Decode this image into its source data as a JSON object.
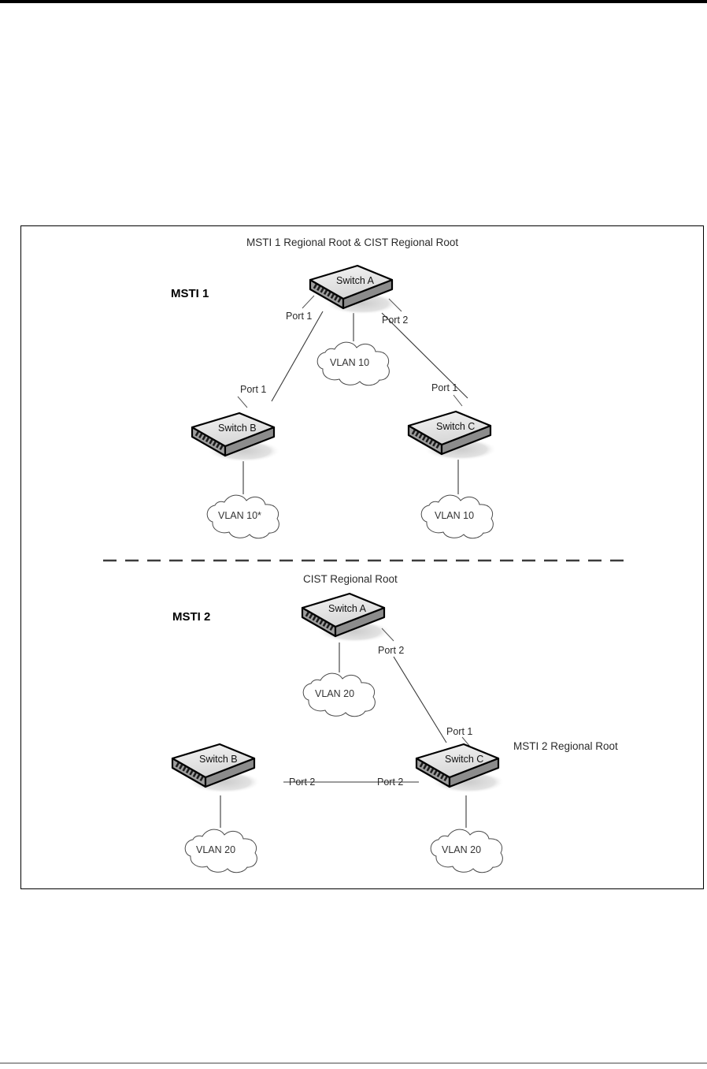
{
  "figure": {
    "sections": [
      {
        "id": "msti1",
        "title": "MSTI 1",
        "heading": "MSTI 1 Regional Root & CIST Regional Root",
        "switches": [
          {
            "id": "a",
            "label": "Switch A"
          },
          {
            "id": "b",
            "label": "Switch B"
          },
          {
            "id": "c",
            "label": "Switch C"
          }
        ],
        "ports": [
          {
            "id": "a-p1",
            "label": "Port 1"
          },
          {
            "id": "a-p2",
            "label": "Port 2"
          },
          {
            "id": "b-p1",
            "label": "Port 1"
          },
          {
            "id": "c-p1",
            "label": "Port 1"
          }
        ],
        "clouds": [
          {
            "id": "vlan-a",
            "label": "VLAN 10"
          },
          {
            "id": "vlan-b",
            "label": "VLAN 10*"
          },
          {
            "id": "vlan-c",
            "label": "VLAN 10"
          }
        ]
      },
      {
        "id": "msti2",
        "title": "MSTI 2",
        "heading": "CIST Regional Root",
        "annotation": "MSTI 2 Regional Root",
        "switches": [
          {
            "id": "a",
            "label": "Switch A"
          },
          {
            "id": "b",
            "label": "Switch B"
          },
          {
            "id": "c",
            "label": "Switch C"
          }
        ],
        "ports": [
          {
            "id": "a-p2",
            "label": "Port 2"
          },
          {
            "id": "c-p1",
            "label": "Port 1"
          },
          {
            "id": "b-p2",
            "label": "Port 2"
          },
          {
            "id": "c-p2",
            "label": "Port 2"
          }
        ],
        "clouds": [
          {
            "id": "vlan-a",
            "label": "VLAN 20"
          },
          {
            "id": "vlan-b",
            "label": "VLAN 20"
          },
          {
            "id": "vlan-c",
            "label": "VLAN 20"
          }
        ]
      }
    ],
    "colors": {
      "outline": "#000000",
      "switch_top": "#e9e9e9",
      "switch_front": "#a8a8a8",
      "switch_side": "#8f8f8f",
      "shadow": "#d9d9d9",
      "line": "#3a3a3a",
      "text": "#2b2b2b"
    }
  }
}
